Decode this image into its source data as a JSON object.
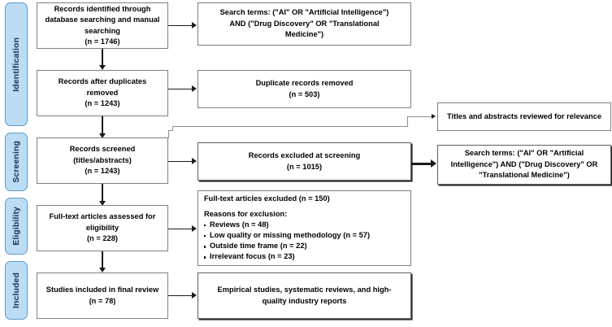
{
  "diagram": {
    "title": "PRISMA flow diagram",
    "accent_color": "#bcdcf4",
    "accent_border_color": "#5a9ccb",
    "box_border_color": "#808080",
    "line_color": "#1a1a1a"
  },
  "stages": [
    {
      "label": "Identification"
    },
    {
      "label": "Screening"
    },
    {
      "label": "Eligibility"
    },
    {
      "label": "Included"
    }
  ],
  "boxes": {
    "identified": {
      "line1": "Records identified through",
      "line2": "database searching and manual",
      "line3": "searching",
      "line4": "(n = 1746)"
    },
    "search_terms_top": {
      "line1": "Search terms: (\"AI\" OR \"Artificial Intelligence\")",
      "line2": "AND (\"Drug Discovery\" OR \"Translational",
      "line3": "Medicine\")"
    },
    "after_duplicates": {
      "line1": "Records after duplicates",
      "line2": "removed",
      "line3": "(n = 1243)"
    },
    "duplicates_removed": {
      "line1": "Duplicate records removed",
      "line2": "(n = 503)"
    },
    "titles_abstracts": {
      "line1": "Titles and abstracts reviewed for relevance"
    },
    "records_screened": {
      "line1": "Records screened",
      "line2": "(titles/abstracts)",
      "line3": "(n = 1243)"
    },
    "records_excluded": {
      "line1": "Records excluded at screening",
      "line2": "(n = 1015)"
    },
    "search_terms_right": {
      "line1": "Search terms: (\"AI\" OR \"Artificial",
      "line2": "Intelligence\") AND (\"Drug Discovery\" OR",
      "line3": "\"Translational Medicine\")"
    },
    "fulltext_assessed": {
      "line1": "Full-text articles assessed for",
      "line2": "eligibility",
      "line3": "(n = 228)"
    },
    "fulltext_excluded": {
      "heading": "Full-text articles excluded (n = 150)",
      "subheading": "Reasons for exclusion:",
      "reasons": [
        "Reviews (n = 48)",
        "Low quality or missing methodology (n = 57)",
        "Outside time frame (n = 22)",
        "Irrelevant focus (n = 23)"
      ]
    },
    "studies_included": {
      "line1": "Studies included in final review",
      "line2": "(n = 78)"
    },
    "included_types": {
      "line1": "Empirical studies, systematic reviews, and high-",
      "line2": "quality industry reports"
    }
  }
}
